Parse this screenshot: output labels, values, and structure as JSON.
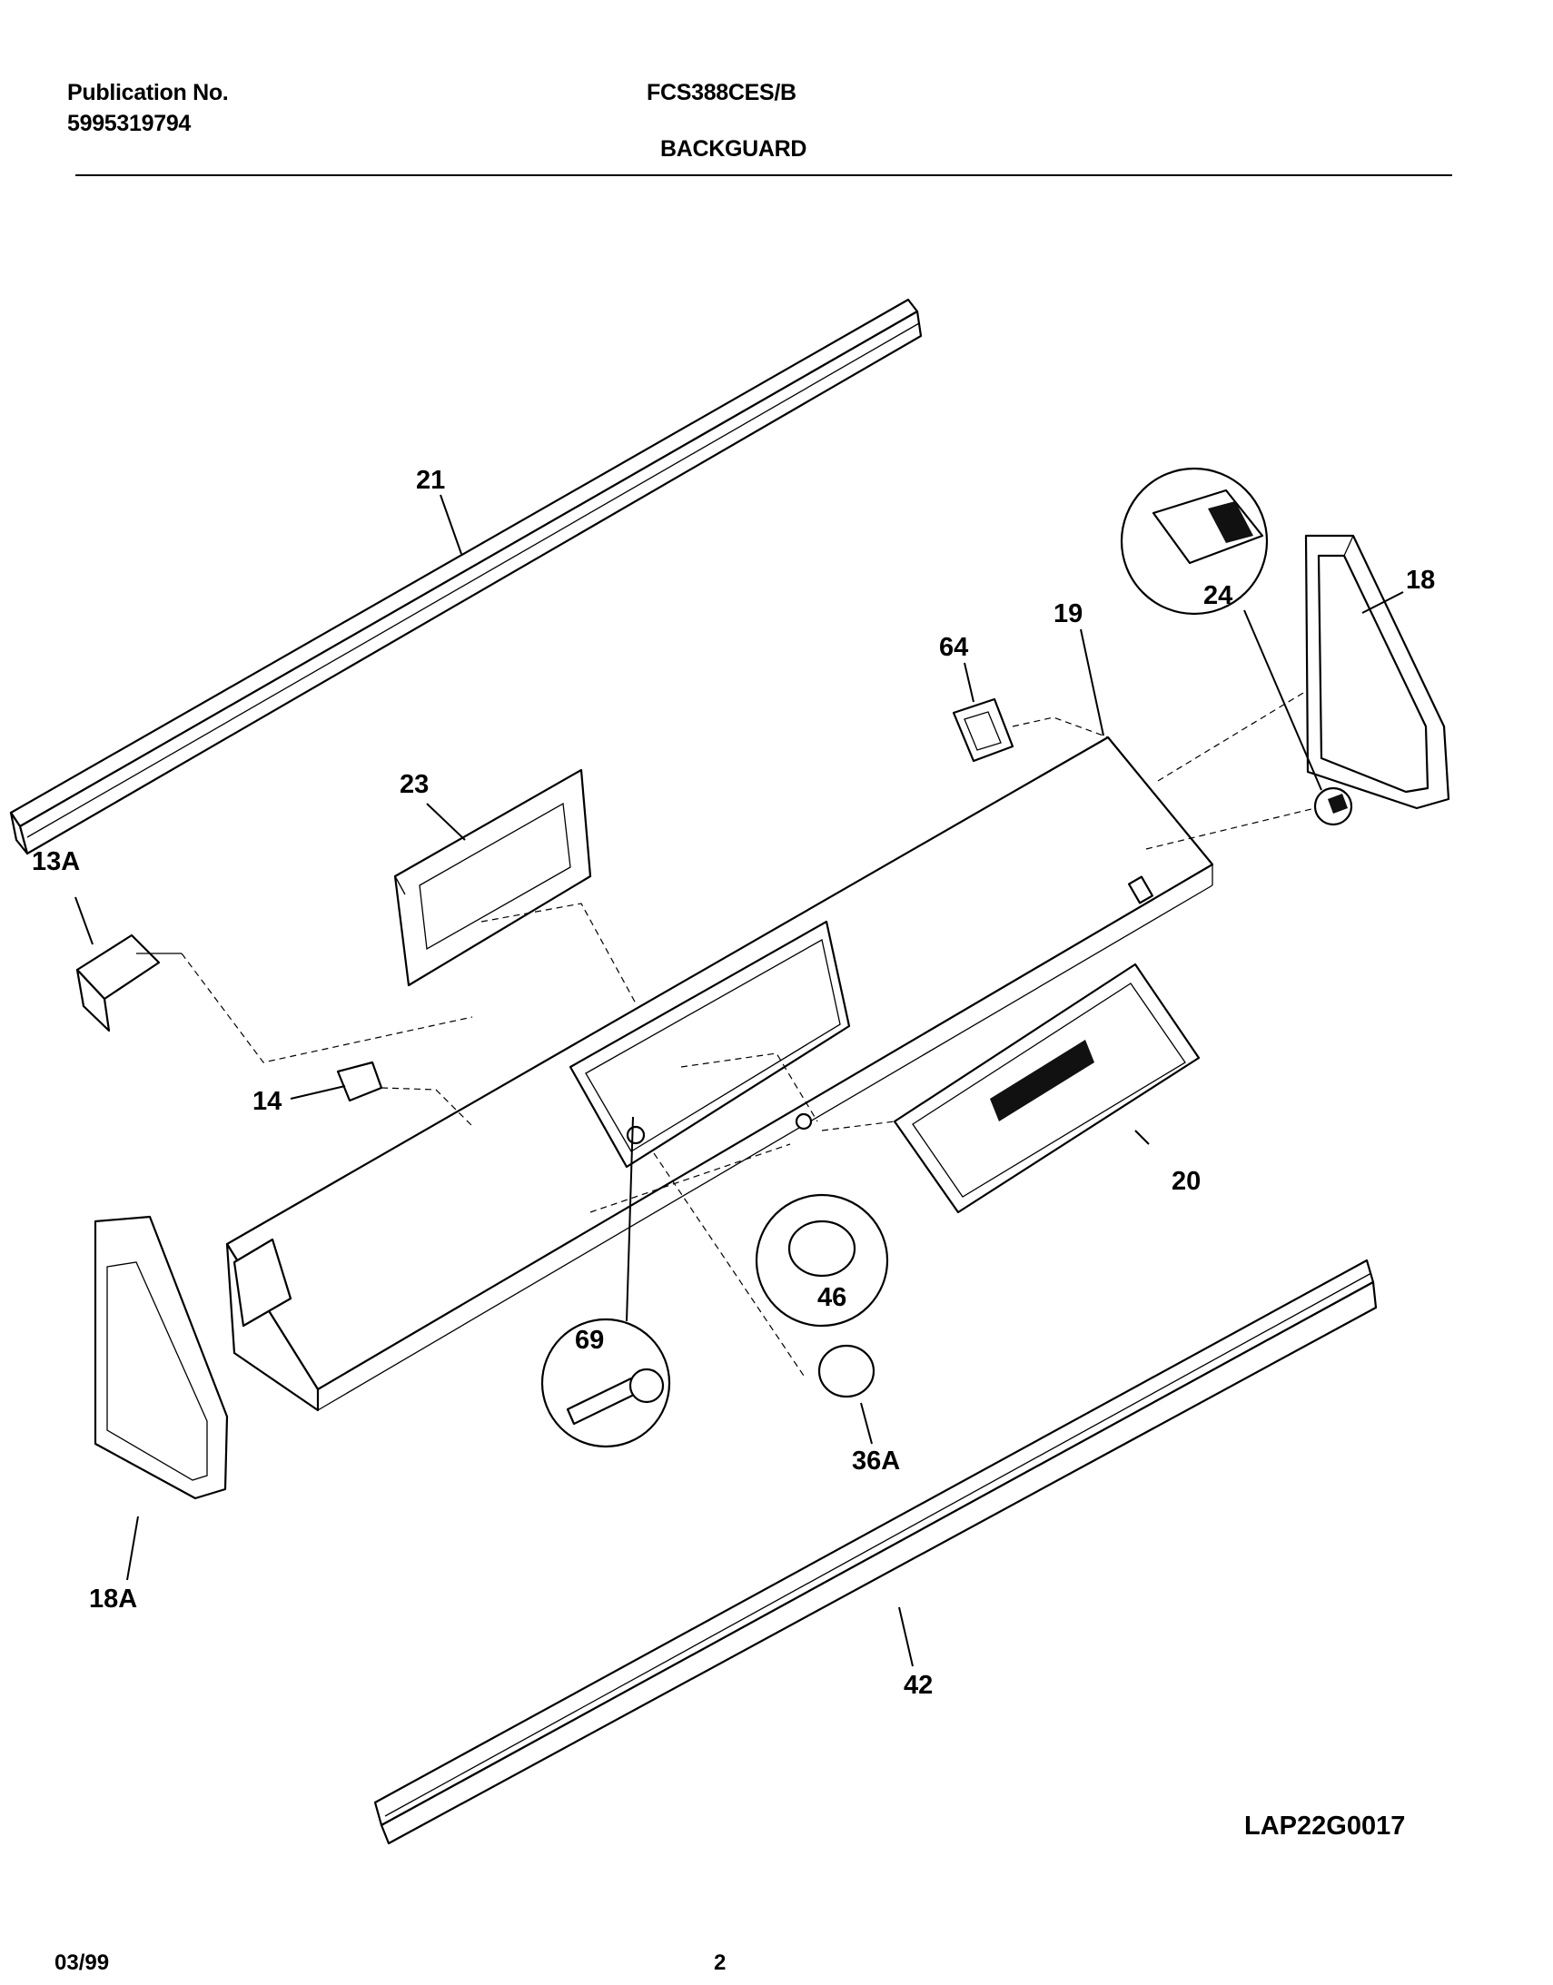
{
  "header": {
    "publication_label": "Publication No.",
    "publication_number": "5995319794",
    "model": "FCS388CES/B",
    "section": "BACKGUARD"
  },
  "diagram": {
    "drawing_id": "LAP22G0017",
    "callouts": [
      "21",
      "18",
      "24",
      "19",
      "64",
      "23",
      "13A",
      "14",
      "20",
      "46",
      "69",
      "36A",
      "18A",
      "42"
    ]
  },
  "footer": {
    "date": "03/99",
    "page": "2"
  }
}
